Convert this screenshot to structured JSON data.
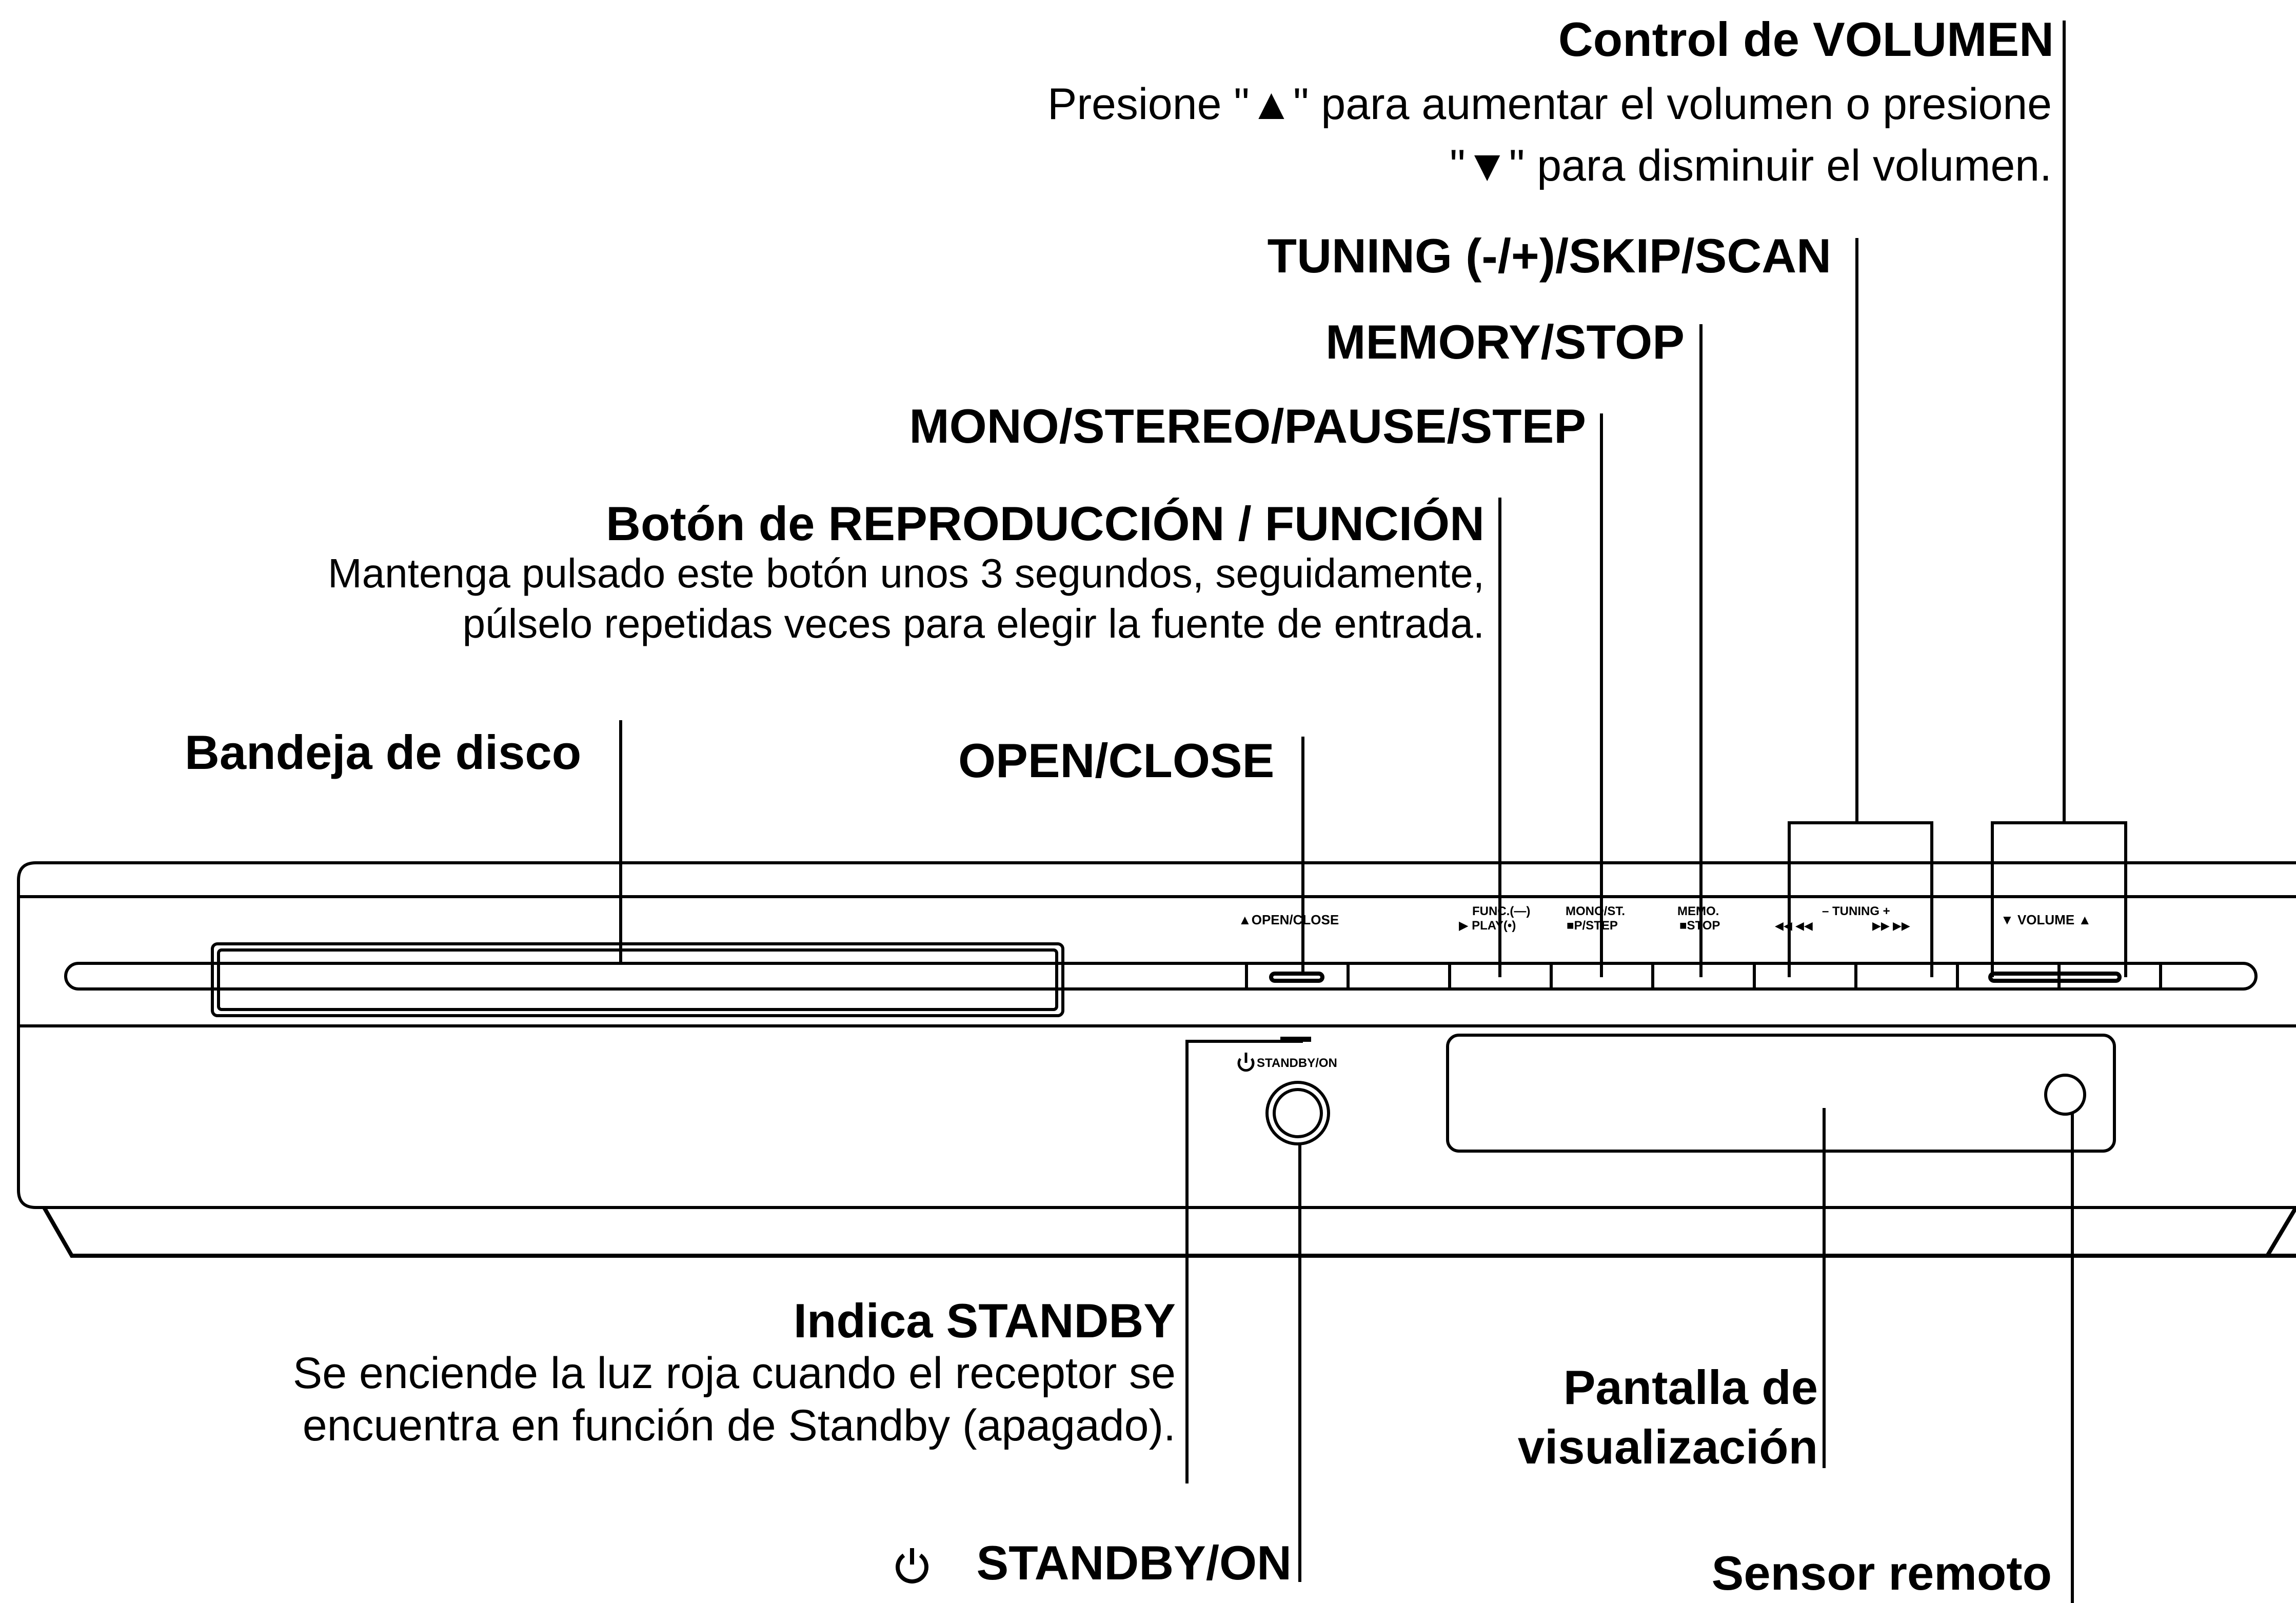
{
  "callouts": {
    "volume": {
      "title": "Control de VOLUMEN",
      "desc_line1": "Presione \"▲\" para aumentar el volumen o presione",
      "desc_line2": "\"▼\" para disminuir el volumen."
    },
    "tuning": {
      "title": "TUNING (-/+)/SKIP/SCAN"
    },
    "memory": {
      "title": "MEMORY/STOP"
    },
    "mono": {
      "title": "MONO/STEREO/PAUSE/STEP"
    },
    "play": {
      "title": "Botón de REPRODUCCIÓN / FUNCIÓN",
      "desc_line1": "Mantenga pulsado este botón unos 3 segundos, seguidamente,",
      "desc_line2": "púlselo repetidas veces para elegir la fuente de entrada."
    },
    "tray": {
      "title": "Bandeja de disco"
    },
    "open_close": {
      "title": "OPEN/CLOSE"
    },
    "standby_indicator": {
      "title": "Indica STANDBY",
      "desc_line1": "Se enciende la luz roja cuando el receptor se",
      "desc_line2": "encuentra en función de Standby (apagado)."
    },
    "display": {
      "title_line1": "Pantalla de",
      "title_line2": "visualización"
    },
    "standby_on": {
      "title": "STANDBY/ON"
    },
    "remote_sensor": {
      "title": "Sensor remoto"
    }
  },
  "panel_labels": {
    "open_close": "▲OPEN/CLOSE",
    "func": "FUNC.(—)",
    "play": "▶ PLAY(•)",
    "mono": "MONO/ST.",
    "pause": "■P/STEP",
    "memo": "MEMO.",
    "stop": "■STOP",
    "tuning": "– TUNING +",
    "skip_back": "◀◀ ◀◀",
    "skip_fwd": "▶▶ ▶▶",
    "volume": "▼  VOLUME  ▲",
    "standby": "STANDBY/ON"
  },
  "colors": {
    "ink": "#000000",
    "background": "#ffffff"
  }
}
